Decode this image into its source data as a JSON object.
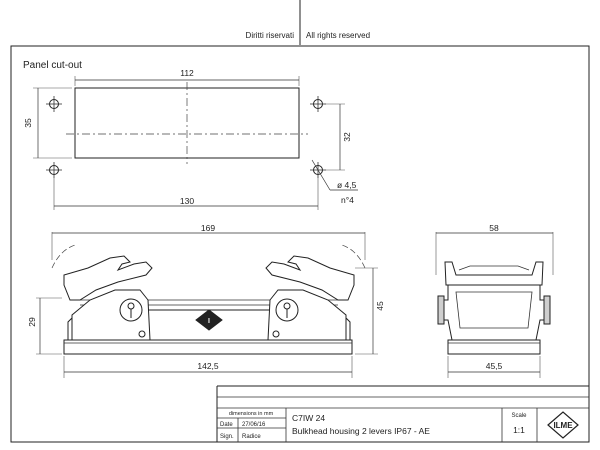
{
  "header": {
    "rights_it": "Diritti riservati",
    "rights_en": "All rights reserved"
  },
  "panel": {
    "title": "Panel cut-out",
    "dim_width": "112",
    "dim_height": "35",
    "dim_hole_spacing_v": "32",
    "dim_hole_spacing_h": "130",
    "dim_hole_diameter": "ø 4,5",
    "dim_hole_count": "n°4"
  },
  "front_view": {
    "dim_overall_width": "169",
    "dim_height_total": "45",
    "dim_height_base": "29",
    "dim_base_width": "142,5"
  },
  "side_view": {
    "dim_width": "58",
    "dim_base_width": "45,5"
  },
  "title_block": {
    "units_note": "dimensions in mm",
    "date_label": "Date",
    "date_value": "27/06/16",
    "sign_label": "Sign.",
    "sign_value": "Radice",
    "part_code": "C7IW 24",
    "description": "Bulkhead housing 2 levers IP67 - AE",
    "scale_label": "Scale",
    "scale_value": "1:1",
    "logo_text": "ILME"
  }
}
